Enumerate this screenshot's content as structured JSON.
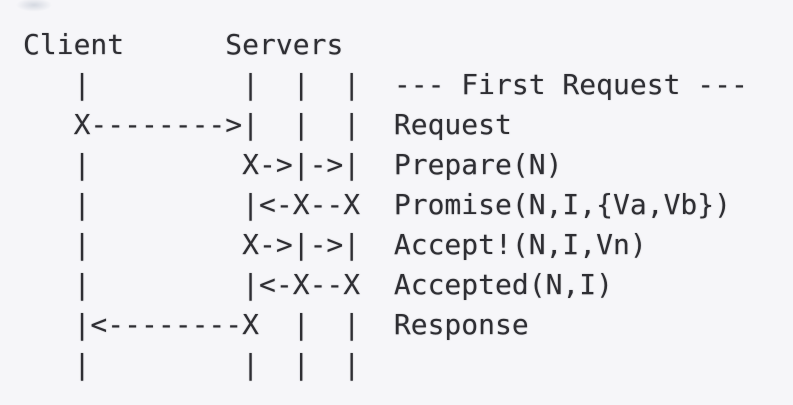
{
  "colors": {
    "background": "#f6f6f9",
    "text": "#2e2e33"
  },
  "diagram": {
    "client_label": "Client",
    "servers_label": "Servers",
    "section_header": "--- First Request ---",
    "rows": [
      {
        "art": "   |         |  |  |",
        "label": "--- First Request ---"
      },
      {
        "art": "   X-------->|  |  |",
        "label": "Request"
      },
      {
        "art": "   |         X->|->|",
        "label": "Prepare(N)"
      },
      {
        "art": "   |         |<-X--X",
        "label": "Promise(N,I,{Va,Vb})"
      },
      {
        "art": "   |         X->|->|",
        "label": "Accept!(N,I,Vn)"
      },
      {
        "art": "   |         |<-X--X",
        "label": "Accepted(N,I)"
      },
      {
        "art": "   |<--------X  |  |",
        "label": "Response"
      },
      {
        "art": "   |         |  |  |",
        "label": ""
      }
    ]
  }
}
